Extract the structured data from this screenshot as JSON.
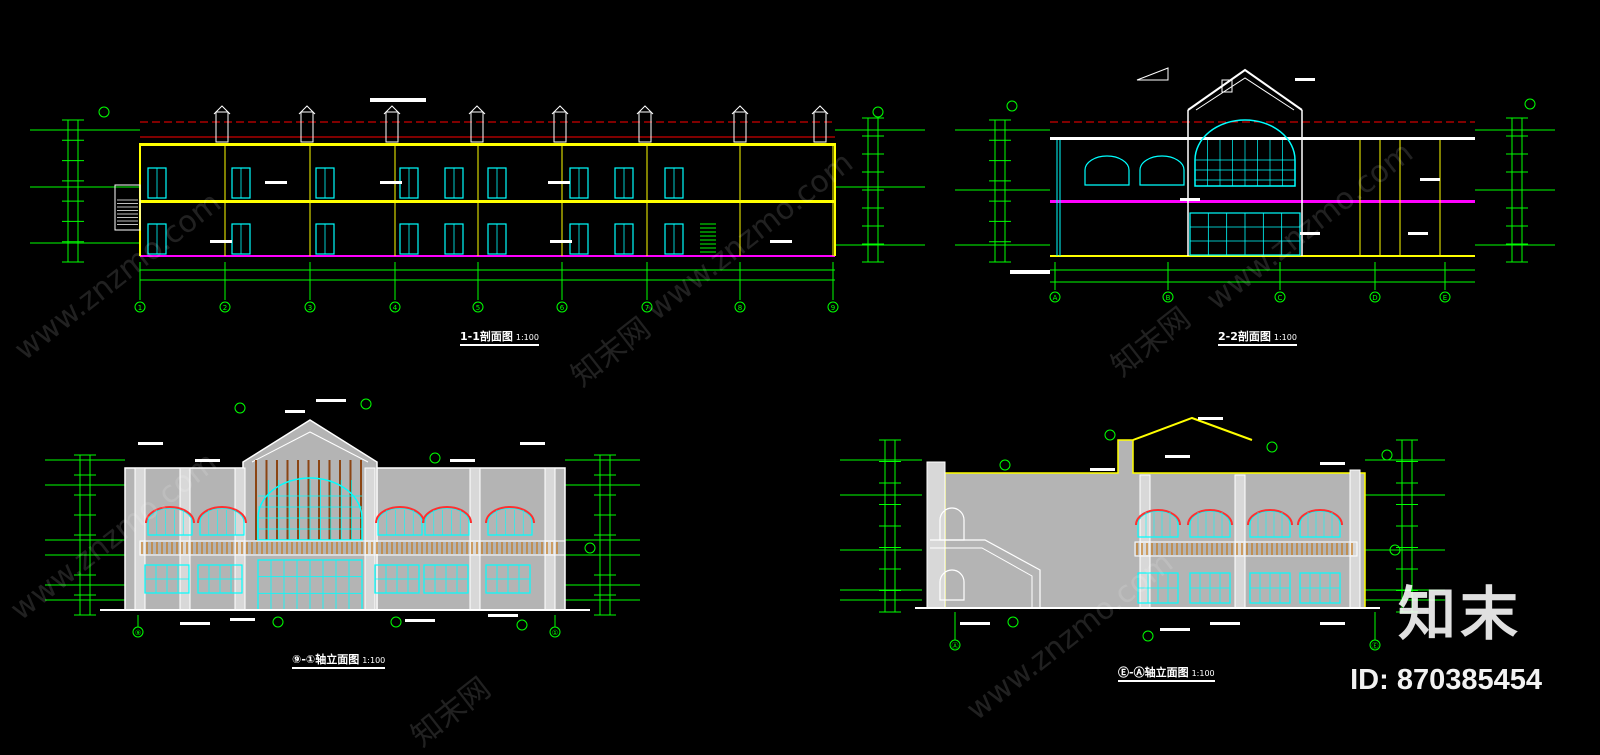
{
  "drawings": {
    "section_1": {
      "title": "1-1剖面图",
      "scale": "1:100"
    },
    "section_2": {
      "title": "2-2剖面图",
      "scale": "1:100"
    },
    "elevation_front": {
      "title": "⑨-①轴立面图",
      "scale": "1:100"
    },
    "elevation_side": {
      "title": "Ⓔ-Ⓐ轴立面图",
      "scale": "1:100"
    }
  },
  "grid_axes": {
    "section_1": [
      "1",
      "2",
      "3",
      "4",
      "5",
      "6",
      "7",
      "8",
      "9"
    ],
    "section_2": [
      "A",
      "B",
      "C",
      "D",
      "E"
    ],
    "elevation_front": [
      "⑨",
      "①"
    ],
    "elevation_side": [
      "Ⓐ",
      "Ⓔ"
    ]
  },
  "watermark": {
    "text_cn": "知末网",
    "text_url": "www.znzmo.com",
    "logo": "知末",
    "asset_id": "ID: 870385454"
  },
  "colors": {
    "background": "#000000",
    "dimension": "#00ff00",
    "wall": "#ffff00",
    "window": "#00ffff",
    "outline": "#ffffff",
    "axis_line": "#ff0000",
    "floor_line": "#ff00ff",
    "facade_fill": "#b4b4b4",
    "arch_trim": "#ff3030",
    "railing": "#c87814"
  }
}
